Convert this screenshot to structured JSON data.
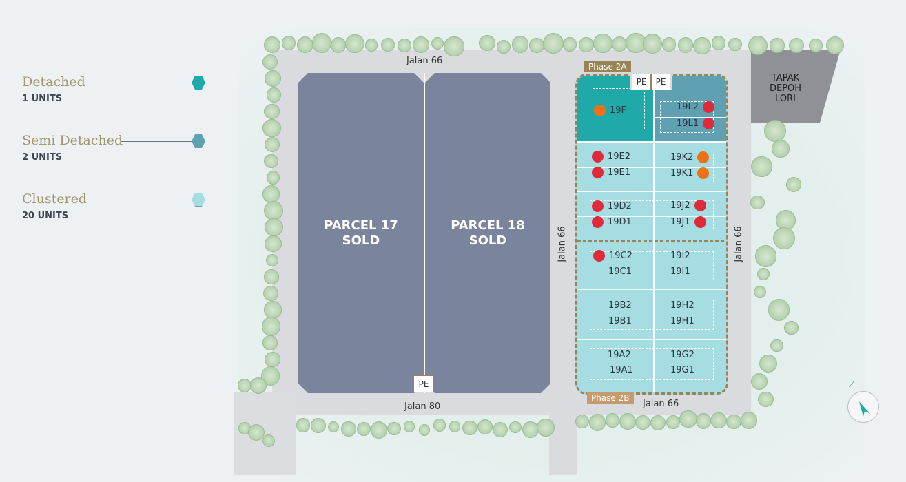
{
  "legend": [
    {
      "name": "Detached",
      "units": "1 UNITS",
      "color": "#1fa9a9"
    },
    {
      "name": "Semi Detached",
      "units": "2 UNITS",
      "color": "#5fa0b3"
    },
    {
      "name": "Clustered",
      "units": "20 UNITS",
      "color": "#a6dde2"
    }
  ],
  "roads": {
    "top": "Jalan 66",
    "bottom": "Jalan 80",
    "middle": "Jalan 66",
    "right": "Jalan 66",
    "bottom_right": "Jalan 66"
  },
  "parcels": [
    {
      "name": "PARCEL 17",
      "status": "SOLD"
    },
    {
      "name": "PARCEL 18",
      "status": "SOLD"
    }
  ],
  "pe": "PE",
  "phases": {
    "a": "Phase 2A",
    "b": "Phase 2B"
  },
  "depot": {
    "line1": "TAPAK",
    "line2": "DEPOH LORI"
  },
  "status_colors": {
    "sold": "#e02a3a",
    "reserved": "#f07018"
  },
  "units": {
    "f": "19F",
    "l2": "19L2",
    "l1": "19L1",
    "e2": "19E2",
    "e1": "19E1",
    "k2": "19K2",
    "k1": "19K1",
    "d2": "19D2",
    "d1": "19D1",
    "j2": "19J2",
    "j1": "19J1",
    "c2": "19C2",
    "c1": "19C1",
    "i2": "19I2",
    "i1": "19I1",
    "b2": "19B2",
    "b1": "19B1",
    "h2": "19H2",
    "h1": "19H1",
    "a2": "19A2",
    "a1": "19A1",
    "g2": "19G2",
    "g1": "19G1"
  }
}
